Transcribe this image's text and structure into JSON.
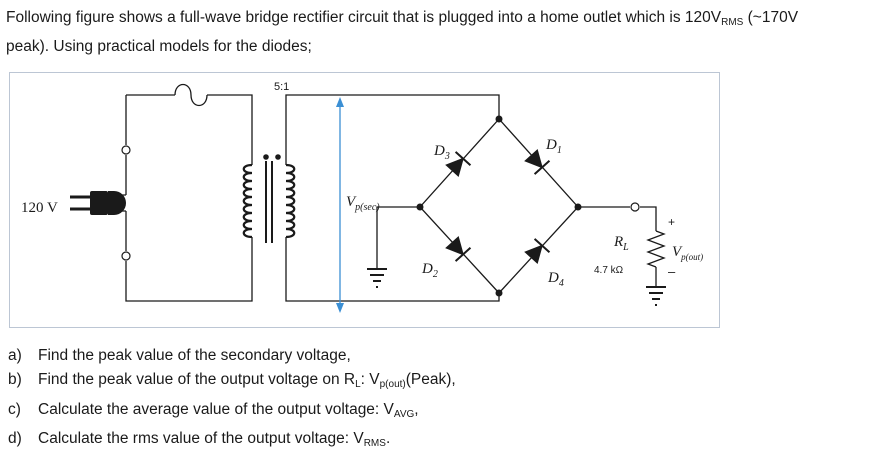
{
  "problem": {
    "intro_line1": "Following figure shows a full-wave bridge rectifier circuit that is plugged into a home outlet which is 120V",
    "intro_sub_rms": "RMS",
    "intro_line1_tail": " (~170V",
    "intro_line2": "peak). Using practical models for the diodes;"
  },
  "figure": {
    "ratio": "5:1",
    "source_voltage": "120 V",
    "secondary_label_main": "V",
    "secondary_label_sub": "p(sec)",
    "diodes": {
      "d1": "D",
      "d1_sub": "1",
      "d2": "D",
      "d2_sub": "2",
      "d3": "D",
      "d3_sub": "3",
      "d4": "D",
      "d4_sub": "4"
    },
    "load_label": "R",
    "load_sub": "L",
    "load_value": "4.7 kΩ",
    "output_label_main": "V",
    "output_label_sub": "p(out)",
    "plus": "+",
    "minus": "–"
  },
  "questions": [
    {
      "letter": "a)",
      "text": "Find the peak value of the secondary voltage,"
    },
    {
      "letter": "b)",
      "text_pre": "Find the peak value of the output voltage on R",
      "sub1": "L",
      "text_mid": ": V",
      "sub2": "p(out)",
      "text_post": "(Peak),"
    },
    {
      "letter": "c)",
      "text_pre": "Calculate the average value of the output voltage: V",
      "sub": "AVG",
      "text_post": ","
    },
    {
      "letter": "d)",
      "text_pre": "Calculate the rms value of the output voltage: V",
      "sub": "RMS",
      "text_post": "."
    }
  ],
  "colors": {
    "wire": "#1a1a1a",
    "arrow": "#3b8fd4",
    "border": "#bcc6d4"
  }
}
